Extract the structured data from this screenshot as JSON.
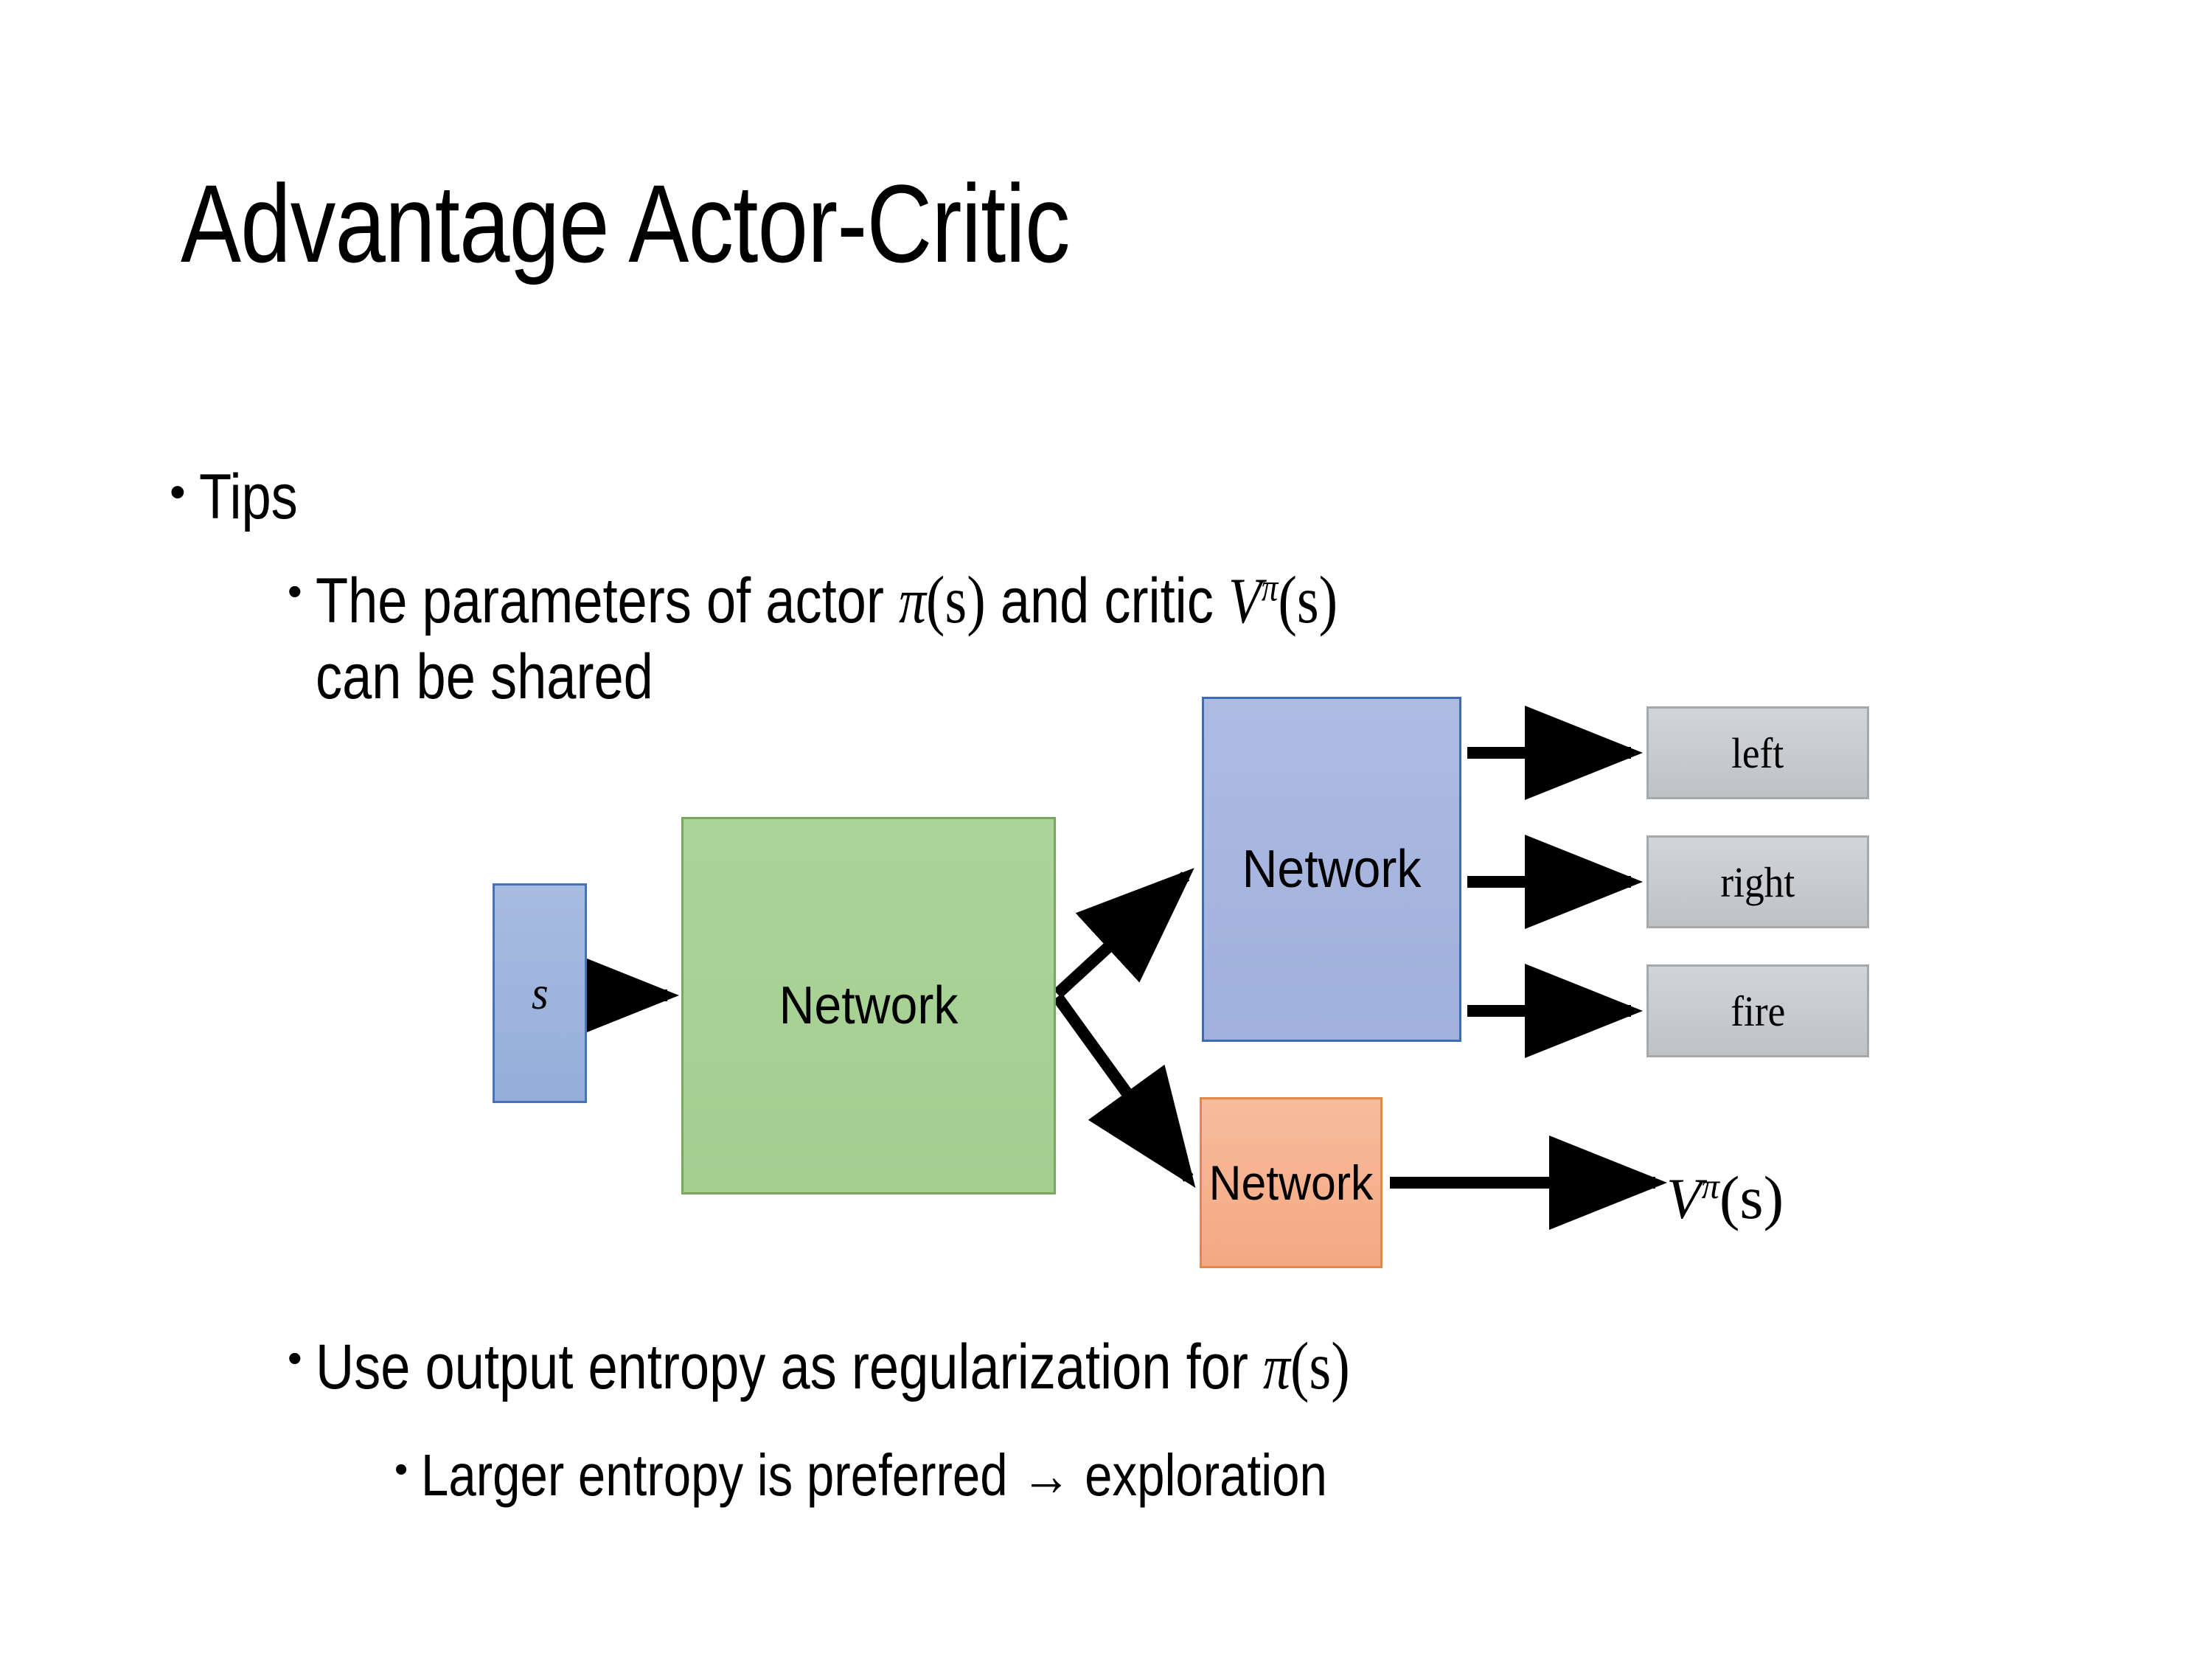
{
  "slide": {
    "title": "Advantage Actor-Critic",
    "background": "#ffffff"
  },
  "bullets": {
    "level1": {
      "marker": "•",
      "text": "Tips"
    },
    "params": {
      "marker": "•",
      "text_before_pi": "The parameters of actor ",
      "pi_symbol": "π",
      "pi_arg": "(s)",
      "text_middle": "  and critic ",
      "v_symbol": "V",
      "v_sup": "π",
      "v_arg": "(s)",
      "text_line2": "can be shared"
    },
    "entropy": {
      "marker": "•",
      "text_before": "Use output entropy as regularization for ",
      "pi_symbol": "π",
      "pi_arg": "(s)"
    },
    "larger": {
      "marker": "•",
      "text": "Larger entropy is preferred → exploration"
    }
  },
  "diagram": {
    "input_node": {
      "label": "s",
      "fill": "#9FB5DE",
      "border": "#4472B8"
    },
    "shared_network": {
      "label": "Network",
      "fill": "#A7D194",
      "border": "#76A85E"
    },
    "actor_network": {
      "label": "Network",
      "fill": "#A5B6DE",
      "border": "#3F6BB5"
    },
    "critic_network": {
      "label": "Network",
      "fill": "#F5B190",
      "border": "#E08A47"
    },
    "action_outputs": [
      {
        "label": "left",
        "fill": "#C6CACD",
        "border": "#A6A9AC"
      },
      {
        "label": "right",
        "fill": "#C6CACD",
        "border": "#A6A9AC"
      },
      {
        "label": "fire",
        "fill": "#C6CACD",
        "border": "#A6A9AC"
      }
    ],
    "value_output": {
      "symbol": "V",
      "superscript": "π",
      "argument": "(s)"
    },
    "arrow_color": "#000000"
  }
}
